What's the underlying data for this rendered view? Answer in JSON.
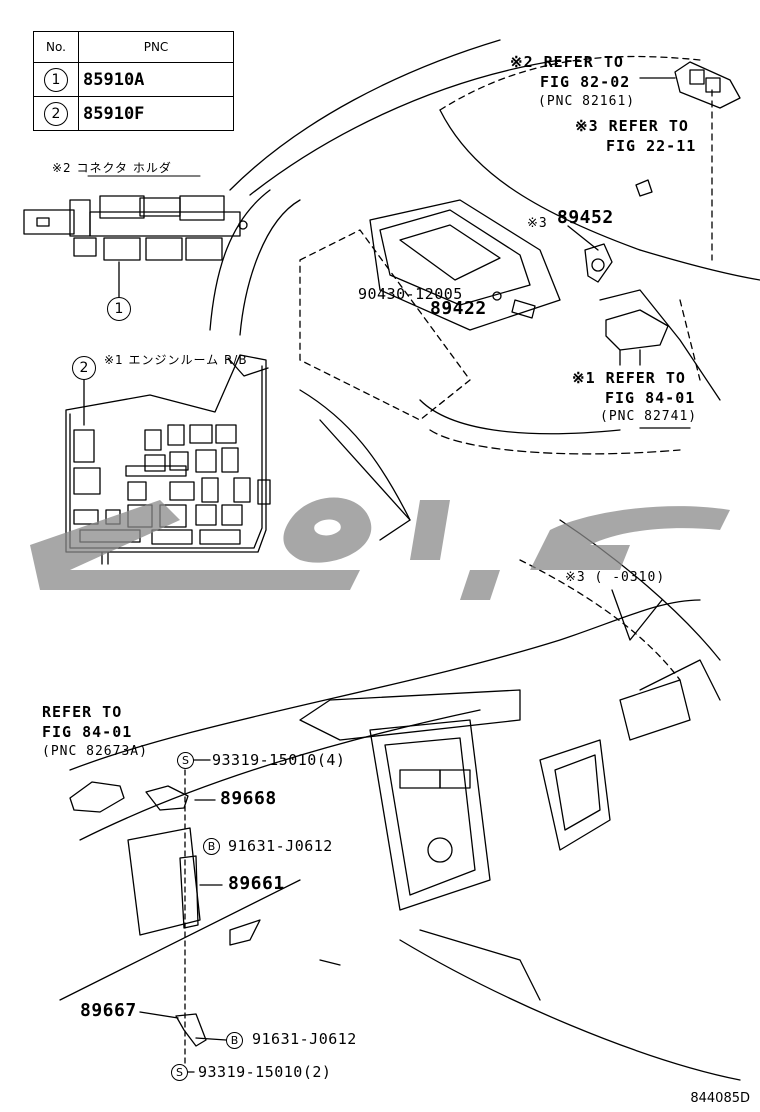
{
  "table": {
    "head_no": "No.",
    "head_pnc": "PNC",
    "rows": [
      {
        "no": "1",
        "pnc": "85910A"
      },
      {
        "no": "2",
        "pnc": "85910F"
      }
    ]
  },
  "connector_holder_note": "※2 コネクタ ホルダ",
  "engine_rb_note": "※1 エンジンルーム R/B",
  "callouts": {
    "c1": "1",
    "c2": "2"
  },
  "refer_82_02": {
    "line1": "※2 REFER TO",
    "line2": "FIG 82-02",
    "line3": "(PNC 82161)"
  },
  "refer_22_11": {
    "line1": "※3 REFER TO",
    "line2": "FIG 22-11"
  },
  "parts_top": {
    "p89452": "89452",
    "p89452_mark": "※3",
    "p90430": "90430-12005",
    "p89422": "89422"
  },
  "refer_84_01_top": {
    "line1": "※1 REFER TO",
    "line2": "FIG 84-01",
    "line3": "(PNC 82741)"
  },
  "note3": "※3 (     -0310)",
  "refer_84_01_bottom": {
    "line1": "REFER TO",
    "line2": "FIG 84-01",
    "line3": "(PNC 82673A)"
  },
  "parts_bottom": {
    "s1_mark": "S",
    "s1": "93319-15010(4)",
    "p89668": "89668",
    "b1_mark": "B",
    "b1": "91631-J0612",
    "p89661": "89661",
    "p89667": "89667",
    "b2_mark": "B",
    "b2": "91631-J0612",
    "s2_mark": "S",
    "s2": "93319-15010(2)"
  },
  "diagram_code": "844085D",
  "watermark_color": "#8a8a8a"
}
